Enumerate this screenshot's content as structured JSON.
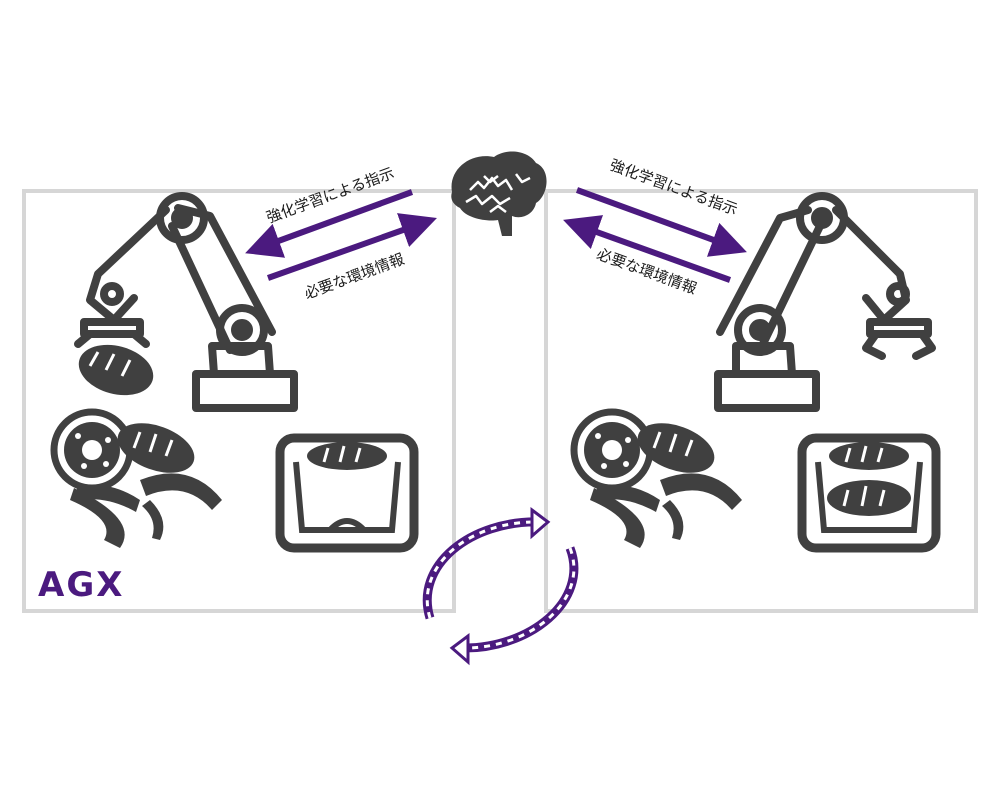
{
  "labels": {
    "instruction": "強化学習による指示",
    "environment_info": "必要な環境情報",
    "logo": "AGX"
  },
  "colors": {
    "accent": "#4b1a7f",
    "icon": "#404040",
    "frame": "#d6d6d6",
    "background": "#ffffff"
  },
  "panels": [
    {
      "name": "real-environment",
      "icons": [
        "robot-arm-icon",
        "bread-icon",
        "pastries-icon",
        "tray-icon"
      ]
    },
    {
      "name": "simulation-environment",
      "icons": [
        "robot-arm-icon",
        "pastries-icon",
        "tray-with-bread-icon"
      ]
    }
  ],
  "center_icon": "brain-icon",
  "cycle_icon": "sync-cycle-arrows-icon"
}
